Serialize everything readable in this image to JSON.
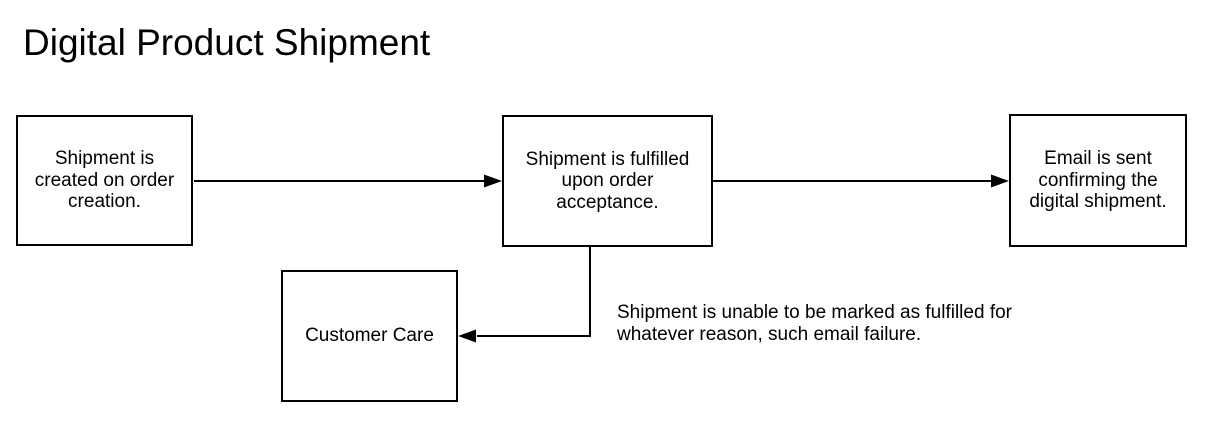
{
  "title": "Digital Product Shipment",
  "nodes": [
    {
      "id": "shipment-created",
      "label": "Shipment is\ncreated on order\ncreation."
    },
    {
      "id": "shipment-fulfilled",
      "label": "Shipment is fulfilled\nupon order\nacceptance."
    },
    {
      "id": "email-sent",
      "label": "Email is sent\nconfirming the\ndigital shipment."
    },
    {
      "id": "customer-care",
      "label": "Customer Care"
    }
  ],
  "edges": [
    {
      "from": "shipment-created",
      "to": "shipment-fulfilled"
    },
    {
      "from": "shipment-fulfilled",
      "to": "email-sent"
    },
    {
      "from": "shipment-fulfilled",
      "to": "customer-care"
    }
  ],
  "annotation": {
    "text": "Shipment is unable to be marked as fulfilled for\nwhatever reason, such email failure."
  },
  "colors": {
    "stroke": "#000000",
    "shape_fill": "#ffffff",
    "text": "#000000",
    "background": "#ffffff"
  }
}
